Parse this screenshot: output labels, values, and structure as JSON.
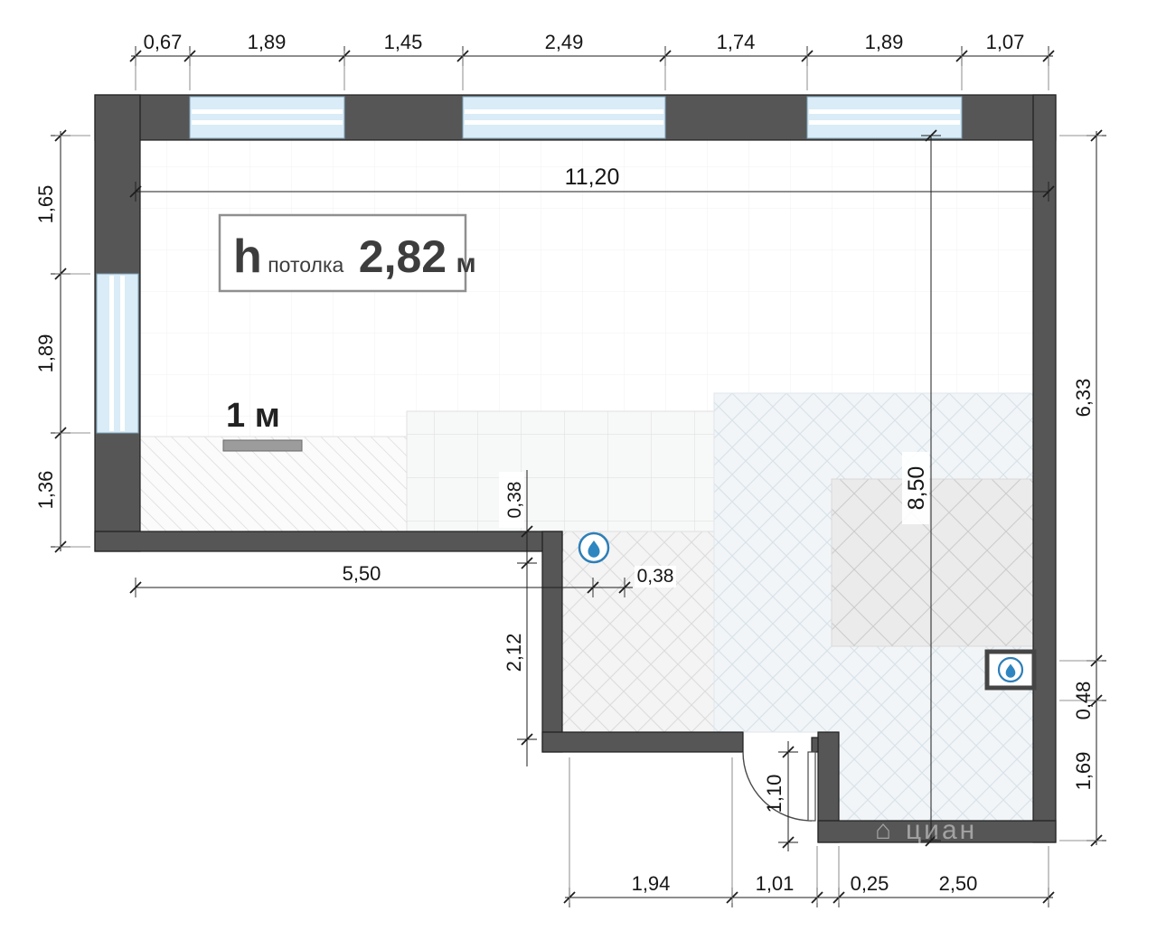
{
  "meta": {
    "type": "floor-plan"
  },
  "colors": {
    "wall": "#565656",
    "window": "#d9ecf7",
    "fixture_blue": "#2e86c1",
    "hatch_blue": "#d8e3eb"
  },
  "labels": {
    "ceiling_h": "h",
    "ceiling_sub": "потолка",
    "ceiling_value": "2,82",
    "ceiling_unit": "м",
    "scale": "1 м",
    "watermark_icon": "⌂",
    "watermark": "циан"
  },
  "dims": {
    "top": [
      "0,67",
      "1,89",
      "1,45",
      "2,49",
      "1,74",
      "1,89",
      "1,07"
    ],
    "left": [
      "1,65",
      "1,89",
      "1,36"
    ],
    "right": [
      "6,33",
      "0,48",
      "1,69"
    ],
    "bottom": [
      "1,94",
      "1,01",
      "0,25",
      "2,50"
    ],
    "interior_width": "11,20",
    "interior_height": "8,50",
    "left_span": "5,50",
    "step_a": "0,38",
    "step_b": "0,38",
    "hall_depth": "2,12",
    "door": "1,10"
  }
}
